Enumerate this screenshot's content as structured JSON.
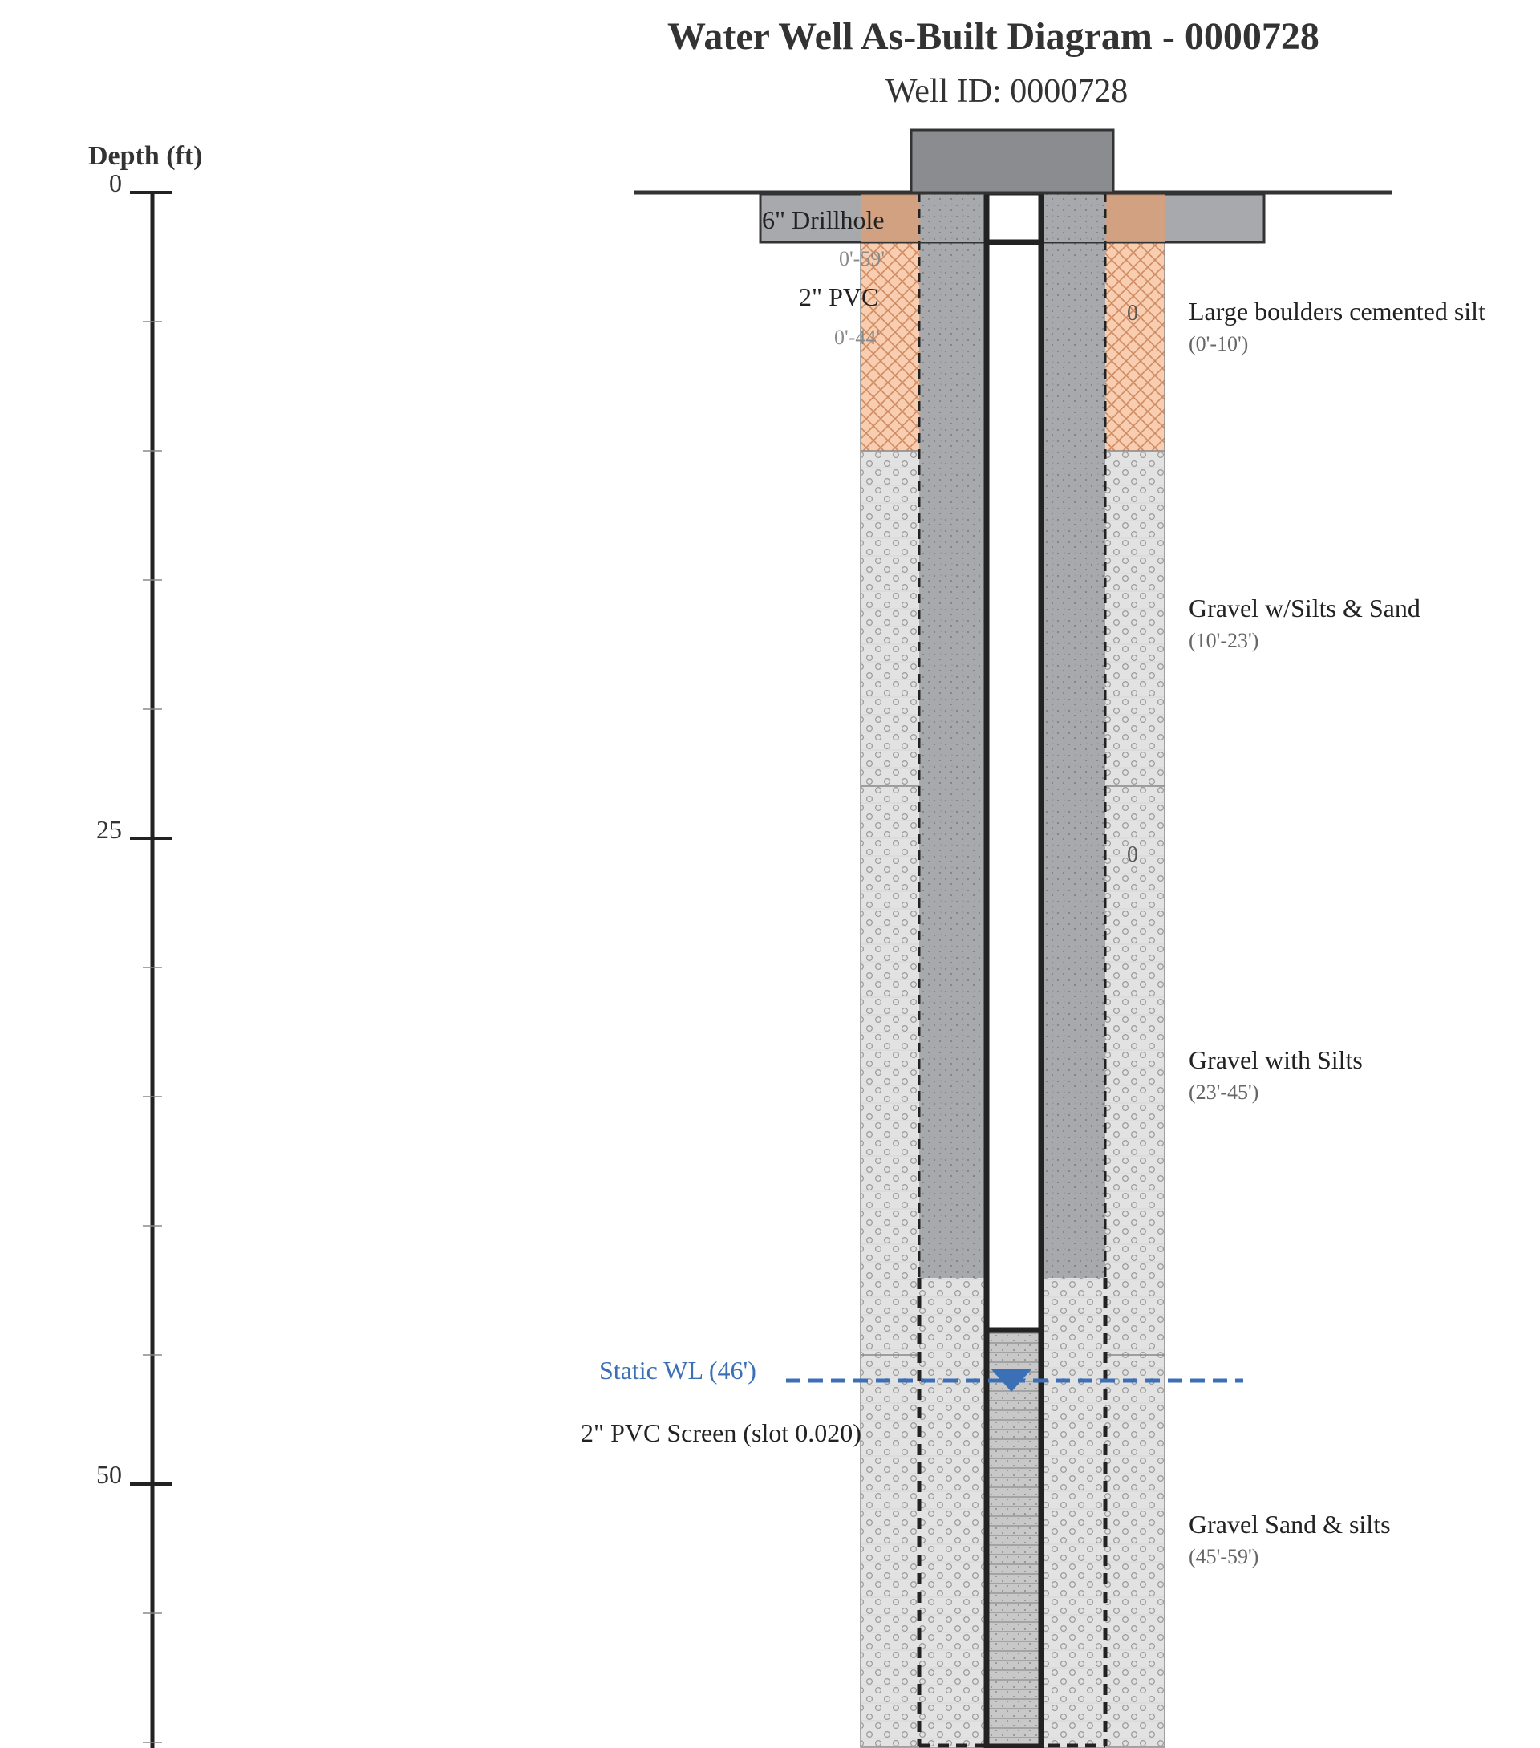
{
  "header": {
    "title": "Water Well As-Built Diagram - 0000728",
    "subtitle": "Well ID: 0000728"
  },
  "depth_axis": {
    "label": "Depth (ft)",
    "major_ticks": [
      "0",
      "25",
      "50"
    ]
  },
  "construction": {
    "drillhole_label": "6\" Drillhole",
    "drillhole_range": "0'-59'",
    "casing_label": "2\" PVC",
    "casing_range": "0'-44'",
    "screen_label": "2\" PVC Screen (slot 0.020)",
    "static_wl_label": "Static WL (46')",
    "fill_marker_1": "0",
    "fill_marker_2": "0"
  },
  "lithology": [
    {
      "description": "Large boulders cemented silt",
      "range": "(0'-10')",
      "top_ft": 0,
      "bottom_ft": 10
    },
    {
      "description": "Gravel w/Silts & Sand",
      "range": "(10'-23')",
      "top_ft": 10,
      "bottom_ft": 23
    },
    {
      "description": "Gravel with Silts",
      "range": "(23'-45')",
      "top_ft": 23,
      "bottom_ft": 45
    },
    {
      "description": "Gravel Sand & silts",
      "range": "(45'-59')",
      "top_ft": 45,
      "bottom_ft": 59
    }
  ],
  "colors": {
    "surface_seal": "#8a8c8f",
    "grout": "#a7a9ac",
    "boulders": "#f8cdb0",
    "gravel": "#e2e2e2",
    "water_level": "#3b6fb6"
  }
}
